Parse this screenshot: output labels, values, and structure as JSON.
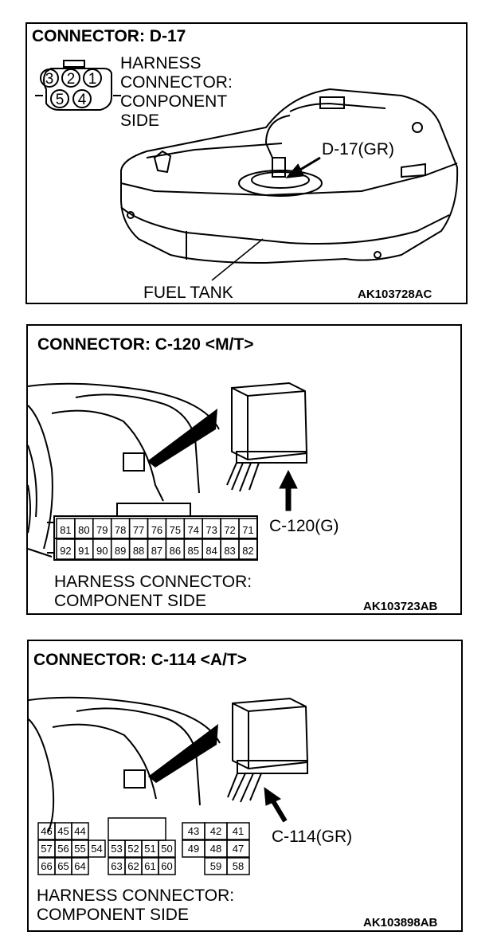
{
  "panels": [
    {
      "title": "CONNECTOR: D-17",
      "harness_label": [
        "HARNESS",
        "CONNECTOR:",
        "CONPONENT",
        "SIDE"
      ],
      "callout": "D-17(GR)",
      "part_label": "FUEL TANK",
      "code": "AK103728AC",
      "pins_top": [
        "3",
        "2",
        "1"
      ],
      "pins_bottom": [
        "5",
        "4"
      ]
    },
    {
      "title": "CONNECTOR: C-120 <M/T>",
      "callout": "C-120(G)",
      "harness_label": [
        "HARNESS CONNECTOR:",
        "COMPONENT SIDE"
      ],
      "code": "AK103723AB",
      "pins_row1": [
        "81",
        "80",
        "79",
        "78",
        "77",
        "76",
        "75",
        "74",
        "73",
        "72",
        "71"
      ],
      "pins_row2": [
        "92",
        "91",
        "90",
        "89",
        "88",
        "87",
        "86",
        "85",
        "84",
        "83",
        "82"
      ]
    },
    {
      "title": "CONNECTOR: C-114 <A/T>",
      "callout": "C-114(GR)",
      "harness_label": [
        "HARNESS CONNECTOR:",
        "COMPONENT SIDE"
      ],
      "code": "AK103898AB",
      "left_rows": [
        [
          "46",
          "45",
          "44"
        ],
        [
          "57",
          "56",
          "55",
          "54"
        ],
        [
          "66",
          "65",
          "64"
        ]
      ],
      "mid_rows": [
        [
          "53",
          "52",
          "51",
          "50"
        ],
        [
          "63",
          "62",
          "61",
          "60"
        ]
      ],
      "right_rows": [
        [
          "43",
          "42",
          "41"
        ],
        [
          "49",
          "48",
          "47"
        ],
        [
          "59",
          "58"
        ]
      ]
    }
  ]
}
